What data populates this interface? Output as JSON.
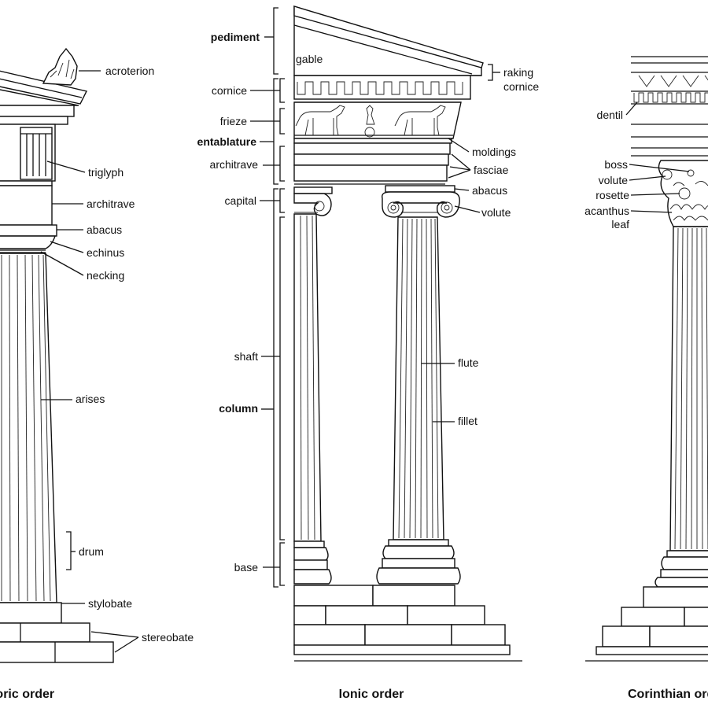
{
  "labels": {
    "acroterion": "acroterion",
    "triglyph": "triglyph",
    "architrave_doric": "architrave",
    "abacus_doric": "abacus",
    "echinus": "echinus",
    "necking": "necking",
    "arises": "arises",
    "drum": "drum",
    "stylobate": "stylobate",
    "stereobate": "stereobate",
    "pediment": "pediment",
    "gable": "gable",
    "raking_cornice_1": "raking",
    "raking_cornice_2": "cornice",
    "cornice": "cornice",
    "frieze": "frieze",
    "entablature": "entablature",
    "architrave_ionic": "architrave",
    "moldings": "moldings",
    "fasciae": "fasciae",
    "abacus_ionic": "abacus",
    "capital": "capital",
    "volute_ionic": "volute",
    "shaft": "shaft",
    "flute": "flute",
    "column": "column",
    "fillet": "fillet",
    "base": "base",
    "dentil": "dentil",
    "boss": "boss",
    "volute_corinthian": "volute",
    "rosette": "rosette",
    "acanthus_1": "acanthus",
    "acanthus_2": "leaf"
  },
  "titles": {
    "doric": "Doric order",
    "ionic": "Ionic order",
    "corinthian": "Corinthian order"
  }
}
